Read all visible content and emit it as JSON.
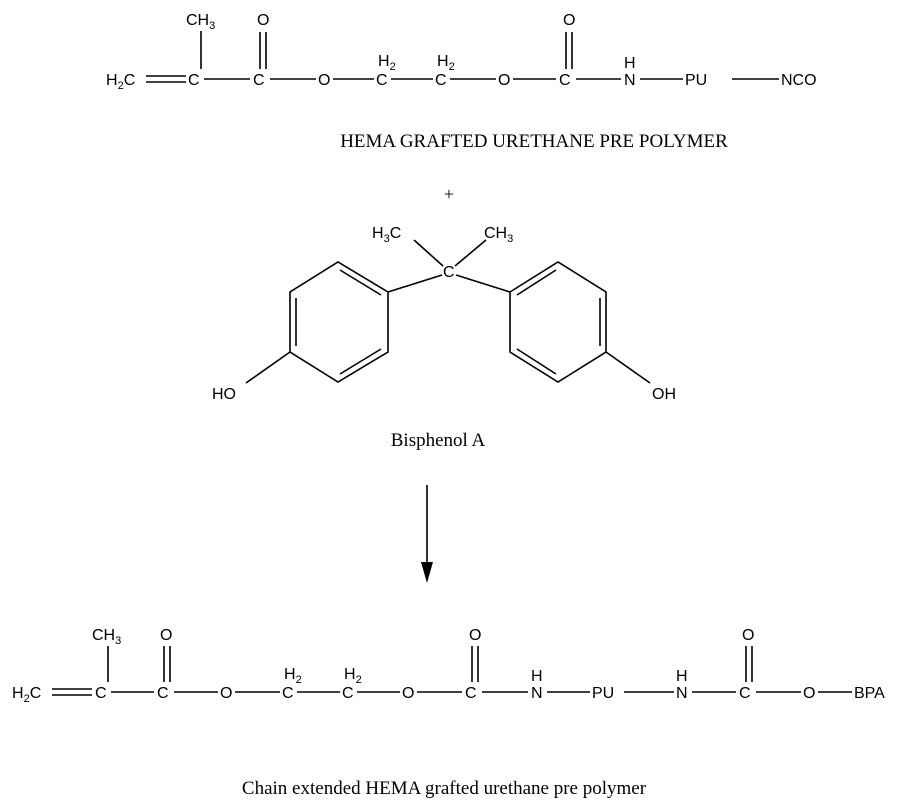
{
  "reactant1": {
    "caption": "HEMA GRAFTED URETHANE PRE POLYMER",
    "atoms": {
      "h2c": "H",
      "h2c_sub": "2",
      "h2c_c": "C",
      "c1": "C",
      "ch3": "CH",
      "ch3_sub": "3",
      "c2": "C",
      "o_carbonyl1": "O",
      "o1": "O",
      "ch2a_h": "H",
      "ch2a_sub": "2",
      "ch2a_c": "C",
      "ch2b_h": "H",
      "ch2b_sub": "2",
      "ch2b_c": "C",
      "o2": "O",
      "c3": "C",
      "o_carbonyl2": "O",
      "nh_h": "H",
      "nh_n": "N",
      "pu": "PU",
      "nco": "NCO"
    }
  },
  "plus_sign": "+",
  "reactant2": {
    "caption": "Bisphenol A",
    "atoms": {
      "h3c_left": "H",
      "h3c_left_sub": "3",
      "h3c_left_c": "C",
      "ch3_right": "CH",
      "ch3_right_sub": "3",
      "center_c": "C",
      "ho_left": "HO",
      "oh_right": "OH"
    }
  },
  "product": {
    "caption": "Chain extended HEMA grafted urethane pre polymer",
    "atoms": {
      "h2c": "H",
      "h2c_sub": "2",
      "h2c_c": "C",
      "c1": "C",
      "ch3": "CH",
      "ch3_sub": "3",
      "c2": "C",
      "o_carbonyl1": "O",
      "o1": "O",
      "ch2a_h": "H",
      "ch2a_sub": "2",
      "ch2a_c": "C",
      "ch2b_h": "H",
      "ch2b_sub": "2",
      "ch2b_c": "C",
      "o2": "O",
      "c3": "C",
      "o_carbonyl2": "O",
      "nh1_h": "H",
      "nh1_n": "N",
      "pu": "PU",
      "nh2_h": "H",
      "nh2_n": "N",
      "c4": "C",
      "o_carbonyl3": "O",
      "o3": "O",
      "bpa": "BPA"
    }
  }
}
